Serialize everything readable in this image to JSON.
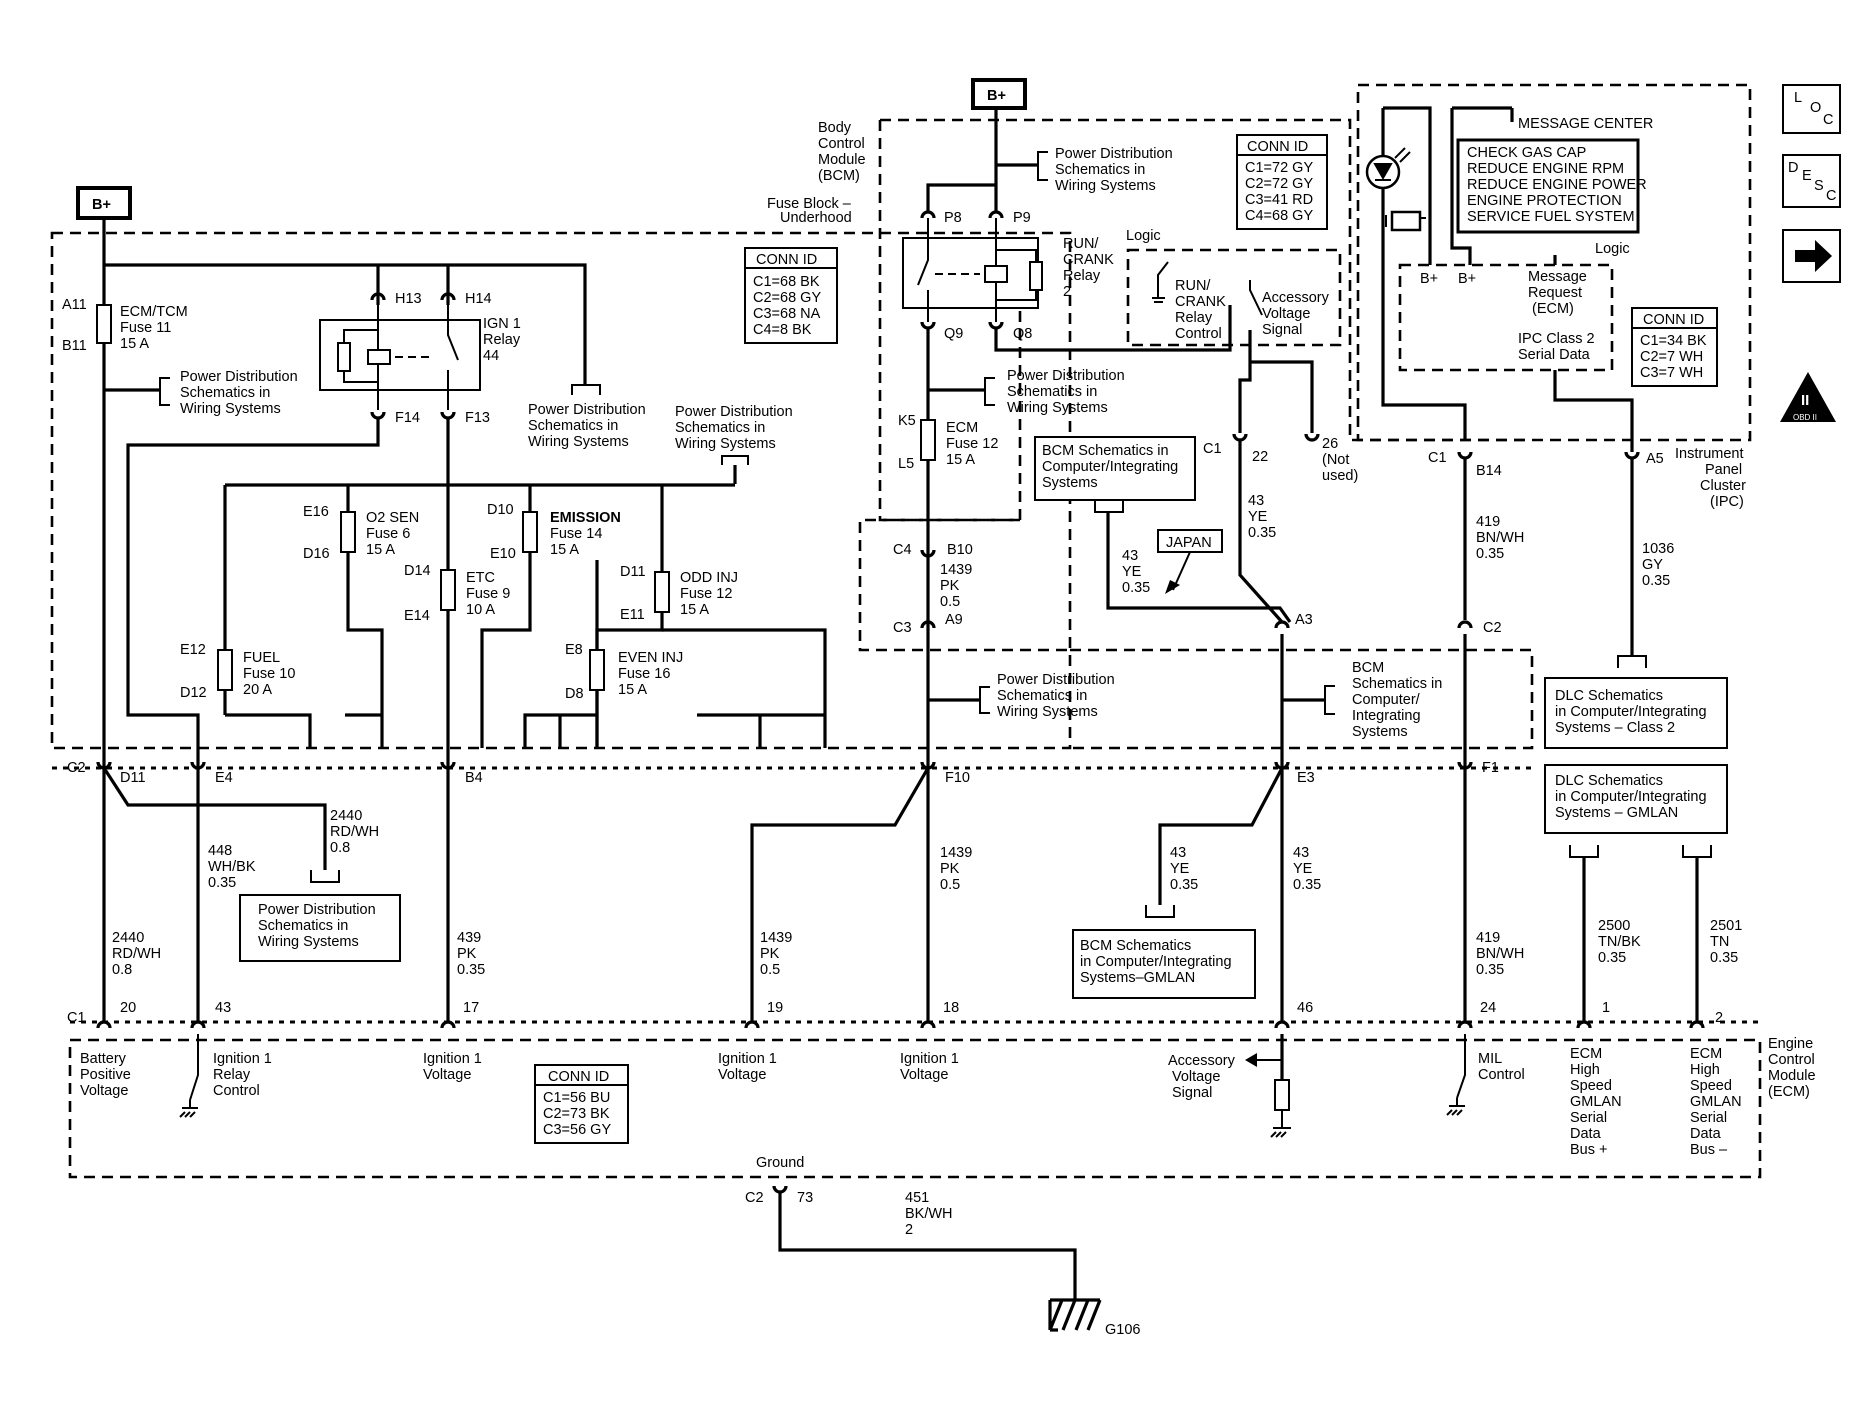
{
  "bplus": "B+",
  "nav": {
    "loc": [
      "L",
      "O",
      "C"
    ],
    "desc": [
      "D",
      "E",
      "S",
      "C"
    ],
    "next": "next-arrow",
    "obd": "II",
    "obd_sub": "OBD II"
  },
  "fuse_block": {
    "title": [
      "Fuse Block –",
      "Underhood"
    ],
    "conn_title": "CONN ID",
    "conn": [
      "C1=68 BK",
      "C2=68 GY",
      "C3=68 NA",
      "C4=8 BK"
    ],
    "ecm_tcm_fuse": {
      "top": "A11",
      "bottom": "B11",
      "label": [
        "ECM/TCM",
        "Fuse 11",
        "15 A"
      ]
    },
    "pds_left": [
      "Power Distribution",
      "Schematics in",
      "Wiring Systems"
    ],
    "pds_mid1": [
      "Power Distribution",
      "Schematics in",
      "Wiring Systems"
    ],
    "pds_mid2": [
      "Power Distribution",
      "Schematics in",
      "Wiring Systems"
    ],
    "relay": {
      "label": [
        "IGN 1",
        "Relay",
        "44"
      ],
      "pins": [
        "H13",
        "H14",
        "F14",
        "F13"
      ]
    },
    "fuses": [
      {
        "top": "E16",
        "bottom": "D16",
        "label": [
          "O2 SEN",
          "Fuse 6",
          "15 A"
        ]
      },
      {
        "top": "D10",
        "bottom": "E10",
        "label": [
          "EMISSION",
          "Fuse 14",
          "15 A"
        ]
      },
      {
        "top": "D14",
        "bottom": "E14",
        "label": [
          "ETC",
          "Fuse 9",
          "10 A"
        ]
      },
      {
        "top": "D11",
        "bottom": "E11",
        "label": [
          "ODD INJ",
          "Fuse 12",
          "15 A"
        ]
      },
      {
        "top": "E12",
        "bottom": "D12",
        "label": [
          "FUEL",
          "Fuse 10",
          "20 A"
        ]
      },
      {
        "top": "E8",
        "bottom": "D8",
        "label": [
          "EVEN INJ",
          "Fuse 16",
          "15 A"
        ]
      }
    ]
  },
  "bcm": {
    "title": [
      "Body",
      "Control",
      "Module",
      "(BCM)"
    ],
    "conn_title": "CONN ID",
    "conn": [
      "C1=72 GY",
      "C2=72 GY",
      "C3=41 RD",
      "C4=68 GY"
    ],
    "pds1": [
      "Power Distribution",
      "Schematics in",
      "Wiring Systems"
    ],
    "pds2": [
      "Power Distribution",
      "Schematics in",
      "Wiring Systems"
    ],
    "relay": {
      "label": [
        "RUN/",
        "CRANK",
        "Relay",
        "2"
      ],
      "pins": [
        "P8",
        "P9",
        "Q9",
        "Q8"
      ]
    },
    "logic": "Logic",
    "relay_ctrl": [
      "RUN/",
      "CRANK",
      "Relay",
      "Control"
    ],
    "acc_sig": [
      "Accessory",
      "Voltage",
      "Signal"
    ],
    "fuse": {
      "top": "K5",
      "bottom": "L5",
      "label": [
        "ECM",
        "Fuse 12",
        "15 A"
      ]
    },
    "bcm_ref": [
      "BCM Schematics in",
      "Computer/Integrating",
      "Systems"
    ],
    "japan": "JAPAN",
    "pins": {
      "c1": "C1",
      "p22": "22",
      "p26": "26",
      "not_used": [
        "(Not",
        "used)"
      ]
    },
    "wire_japan": [
      "43",
      "YE",
      "0.35"
    ],
    "wire_22": [
      "43",
      "YE",
      "0.35"
    ],
    "c4": "C4",
    "b10": "B10",
    "c3": "C3",
    "a9": "A9",
    "a3": "A3"
  },
  "ipc": {
    "title": [
      "Instrument",
      "Panel",
      "Cluster",
      "(IPC)"
    ],
    "msg_center": "MESSAGE CENTER",
    "messages": [
      "CHECK GAS CAP",
      "REDUCE ENGINE RPM",
      "REDUCE ENGINE POWER",
      "ENGINE PROTECTION",
      "SERVICE FUEL SYSTEM"
    ],
    "logic": "Logic",
    "bplus1": "B+",
    "bplus2": "B+",
    "msg_req": [
      "Message",
      "Request",
      "(ECM)"
    ],
    "class2": [
      "IPC Class 2",
      "Serial Data"
    ],
    "conn_title": "CONN ID",
    "conn": [
      "C1=34 BK",
      "C2=7 WH",
      "C3=7 WH"
    ],
    "c1": "C1",
    "b14": "B14",
    "a5": "A5",
    "c2": "C2"
  },
  "mid": {
    "w1439a": [
      "1439",
      "PK",
      "0.5"
    ],
    "pds": [
      "Power Distribution",
      "Schematics in",
      "Wiring Systems"
    ],
    "bcm_ref": [
      "BCM",
      "Schematics in",
      "Computer/",
      "Integrating",
      "Systems"
    ],
    "w419a": [
      "419",
      "BN/WH",
      "0.35"
    ],
    "w1036": [
      "1036",
      "GY",
      "0.35"
    ],
    "dlc_class2": [
      "DLC Schematics",
      "in Computer/Integrating",
      "Systems – Class 2"
    ],
    "dlc_gmlan": [
      "DLC Schematics",
      "in Computer/Integrating",
      "Systems – GMLAN"
    ]
  },
  "lower": {
    "c2": "C2",
    "d11": "D11",
    "e4": "E4",
    "b4": "B4",
    "f10": "F10",
    "e3": "E3",
    "f1": "F1",
    "w2440a": [
      "2440",
      "RD/WH",
      "0.8"
    ],
    "w448": [
      "448",
      "WH/BK",
      "0.35"
    ],
    "pds": [
      "Power Distribution",
      "Schematics in",
      "Wiring Systems"
    ],
    "w2440b": [
      "2440",
      "RD/WH",
      "0.8"
    ],
    "w439": [
      "439",
      "PK",
      "0.35"
    ],
    "w1439b": [
      "1439",
      "PK",
      "0.5"
    ],
    "w1439c": [
      "1439",
      "PK",
      "0.5"
    ],
    "w43a": [
      "43",
      "YE",
      "0.35"
    ],
    "w43b": [
      "43",
      "YE",
      "0.35"
    ],
    "bcm_gmlan": [
      "BCM Schematics",
      "in Computer/Integrating",
      "Systems–GMLAN"
    ],
    "w419b": [
      "419",
      "BN/WH",
      "0.35"
    ],
    "w2500": [
      "2500",
      "TN/BK",
      "0.35"
    ],
    "w2501": [
      "2501",
      "TN",
      "0.35"
    ]
  },
  "ecm": {
    "title": [
      "Engine",
      "Control",
      "Module",
      "(ECM)"
    ],
    "c1": "C1",
    "pins": [
      "20",
      "43",
      "17",
      "19",
      "18",
      "46",
      "24",
      "1",
      "2"
    ],
    "labels": {
      "bat": [
        "Battery",
        "Positive",
        "Voltage"
      ],
      "ign_relay": [
        "Ignition 1",
        "Relay",
        "Control"
      ],
      "ign1": [
        "Ignition 1",
        "Voltage"
      ],
      "ign2": [
        "Ignition 1",
        "Voltage"
      ],
      "ign3": [
        "Ignition 1",
        "Voltage"
      ],
      "acc": [
        "Accessory",
        "Voltage",
        "Signal"
      ],
      "mil": [
        "MIL",
        "Control"
      ],
      "hs_plus": [
        "ECM",
        "High",
        "Speed",
        "GMLAN",
        "Serial",
        "Data",
        "Bus +"
      ],
      "hs_minus": [
        "ECM",
        "High",
        "Speed",
        "GMLAN",
        "Serial",
        "Data",
        "Bus –"
      ]
    },
    "conn_title": "CONN ID",
    "conn": [
      "C1=56 BU",
      "C2=73 BK",
      "C3=56 GY"
    ],
    "ground": "Ground",
    "c2": "C2",
    "p73": "73",
    "w451": [
      "451",
      "BK/WH",
      "2"
    ],
    "g106": "G106"
  }
}
